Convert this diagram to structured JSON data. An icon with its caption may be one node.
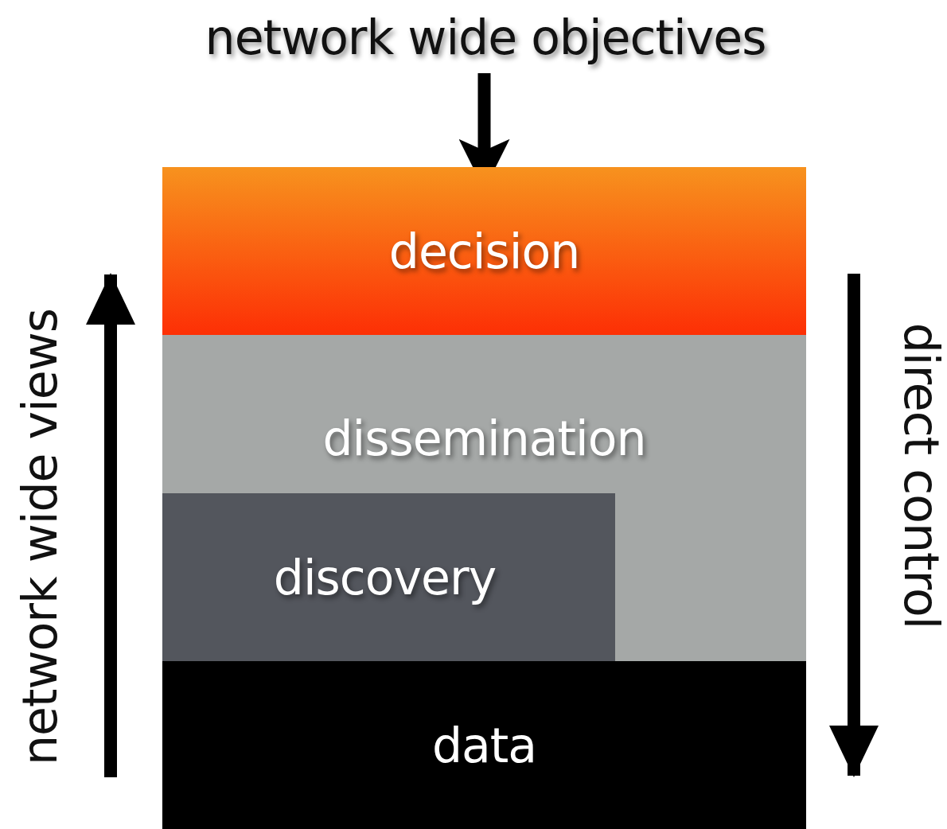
{
  "diagram": {
    "nodes": [
      {
        "text": [
          "network wide objectives"
        ]
      },
      {
        "text": [
          "decision"
        ]
      },
      {
        "text": [
          "dissemination"
        ]
      },
      {
        "text": [
          "discovery"
        ],
        "in": 2
      },
      {
        "text": [
          "data"
        ]
      }
    ],
    "edges": [
      {
        "from": 0,
        "to": 1,
        "arrow": "to"
      }
    ],
    "labels": [
      "network wide views",
      "direct control"
    ]
  }
}
